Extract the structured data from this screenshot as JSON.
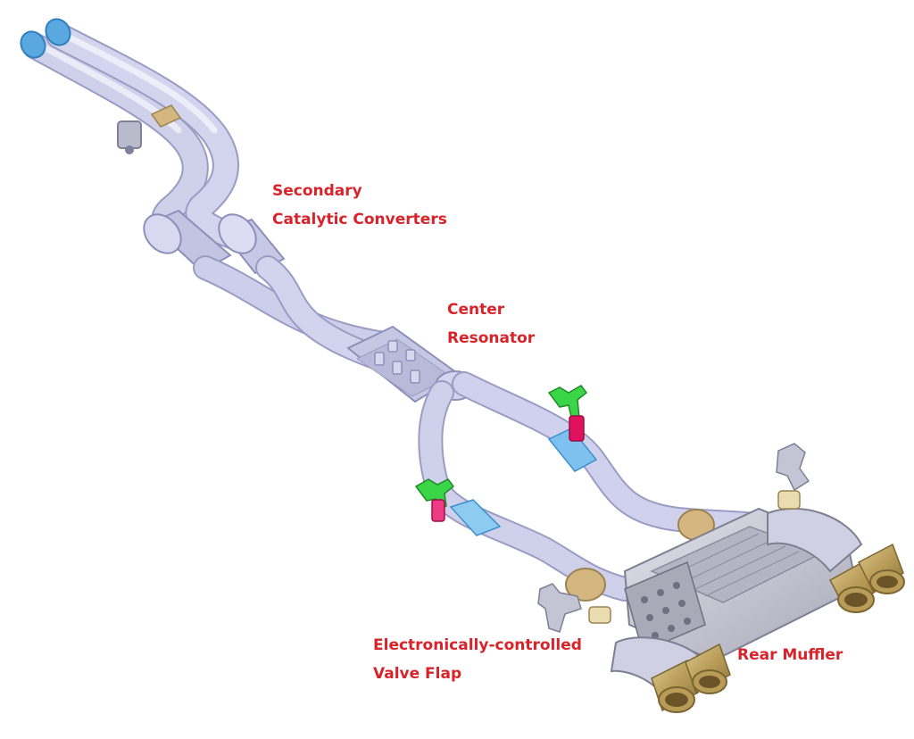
{
  "labels": {
    "secondary_catalytic_converters": [
      "Secondary",
      "Catalytic Converters"
    ],
    "center_resonator": [
      "Center",
      "Resonator"
    ],
    "valve_flap": [
      "Electronically-controlled",
      "Valve Flap"
    ],
    "rear_muffler": [
      "Rear Muffler"
    ]
  },
  "colors": {
    "label_text": "#d8232a",
    "pipe": "#c9cae6",
    "pipe_highlight": "#e4e4f5",
    "pipe_outline": "#9a9cc4",
    "pipe_flange_blue": "#5aa8e0",
    "tip_gold": "#b89c58",
    "coupling_gold": "#d4b680",
    "muffler_body": "#c8c8cf",
    "bracket_green": "#2ecc40",
    "sensor_magenta": "#e0115f"
  }
}
